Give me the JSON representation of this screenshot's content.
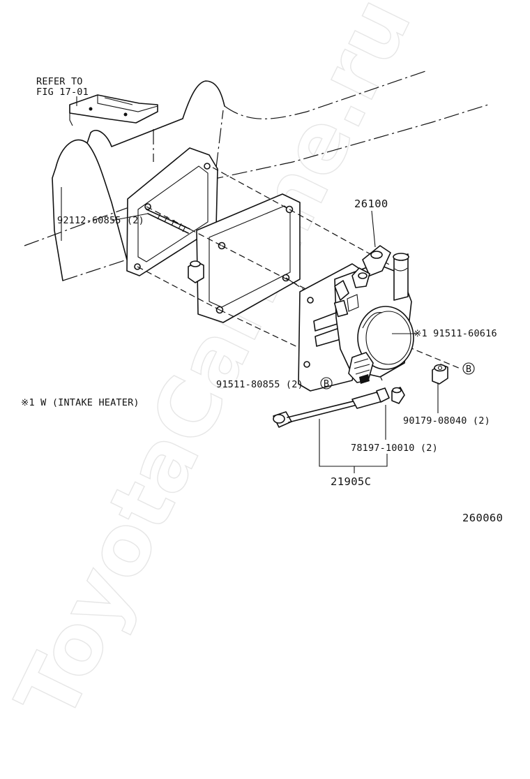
{
  "labels": {
    "refer_line1": "REFER TO",
    "refer_line2": "FIG 17-01",
    "part_92112": "92112-60855 (2)",
    "part_26100": "26100",
    "part_91511_60616": "※1 91511-60616",
    "part_91511_80855": "91511-80855 (2)",
    "part_90179": "90179-08040 (2)",
    "part_78197": "78197-10010 (2)",
    "part_21905c": "21905C",
    "note_intake_heater": "※1 W (INTAKE HEATER)",
    "ref_b": "B",
    "diagram_code": "260060"
  },
  "watermark": "ToyotaCarLine.ru"
}
